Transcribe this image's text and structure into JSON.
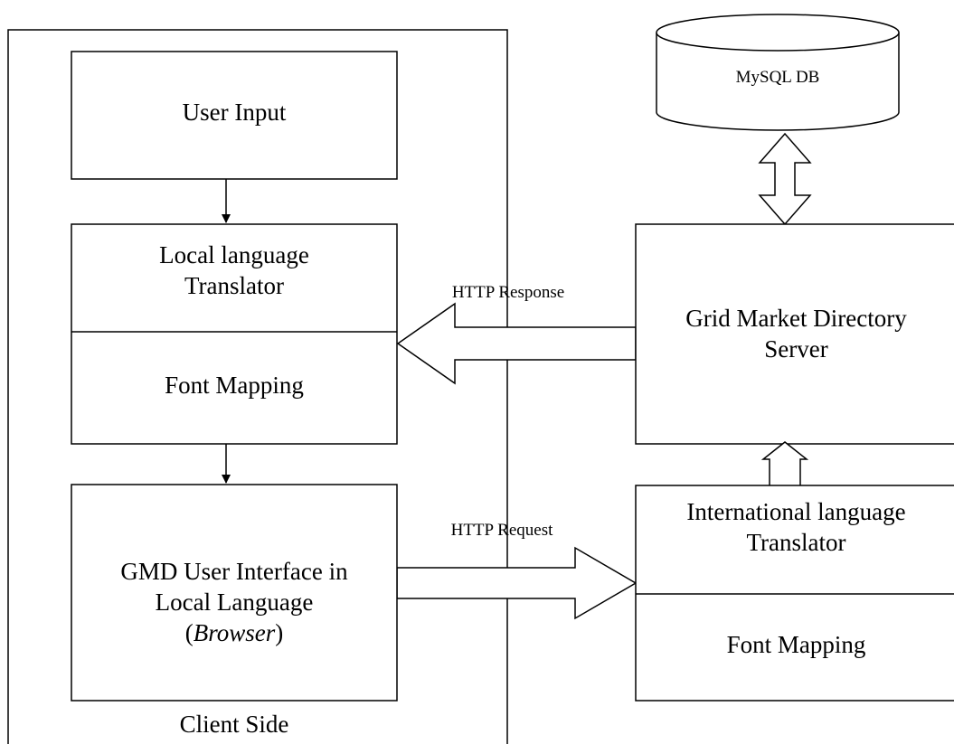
{
  "client": {
    "user_input": "User Input",
    "translator_line1": "Local language",
    "translator_line2": "Translator",
    "font_mapping": "Font Mapping",
    "gmd_line1": "GMD User Interface in",
    "gmd_line2": "Local Language",
    "gmd_line3_open": "(",
    "gmd_line3_italic": "Browser",
    "gmd_line3_close": ")",
    "side_label": "Client Side"
  },
  "server": {
    "db_label": "MySQL DB",
    "gmd_server_line1": "Grid Market Directory",
    "gmd_server_line2": "Server",
    "intl_line1": "International language",
    "intl_line2": "Translator",
    "font_mapping": "Font Mapping"
  },
  "connections": {
    "response": "HTTP Response",
    "request": "HTTP Request"
  }
}
